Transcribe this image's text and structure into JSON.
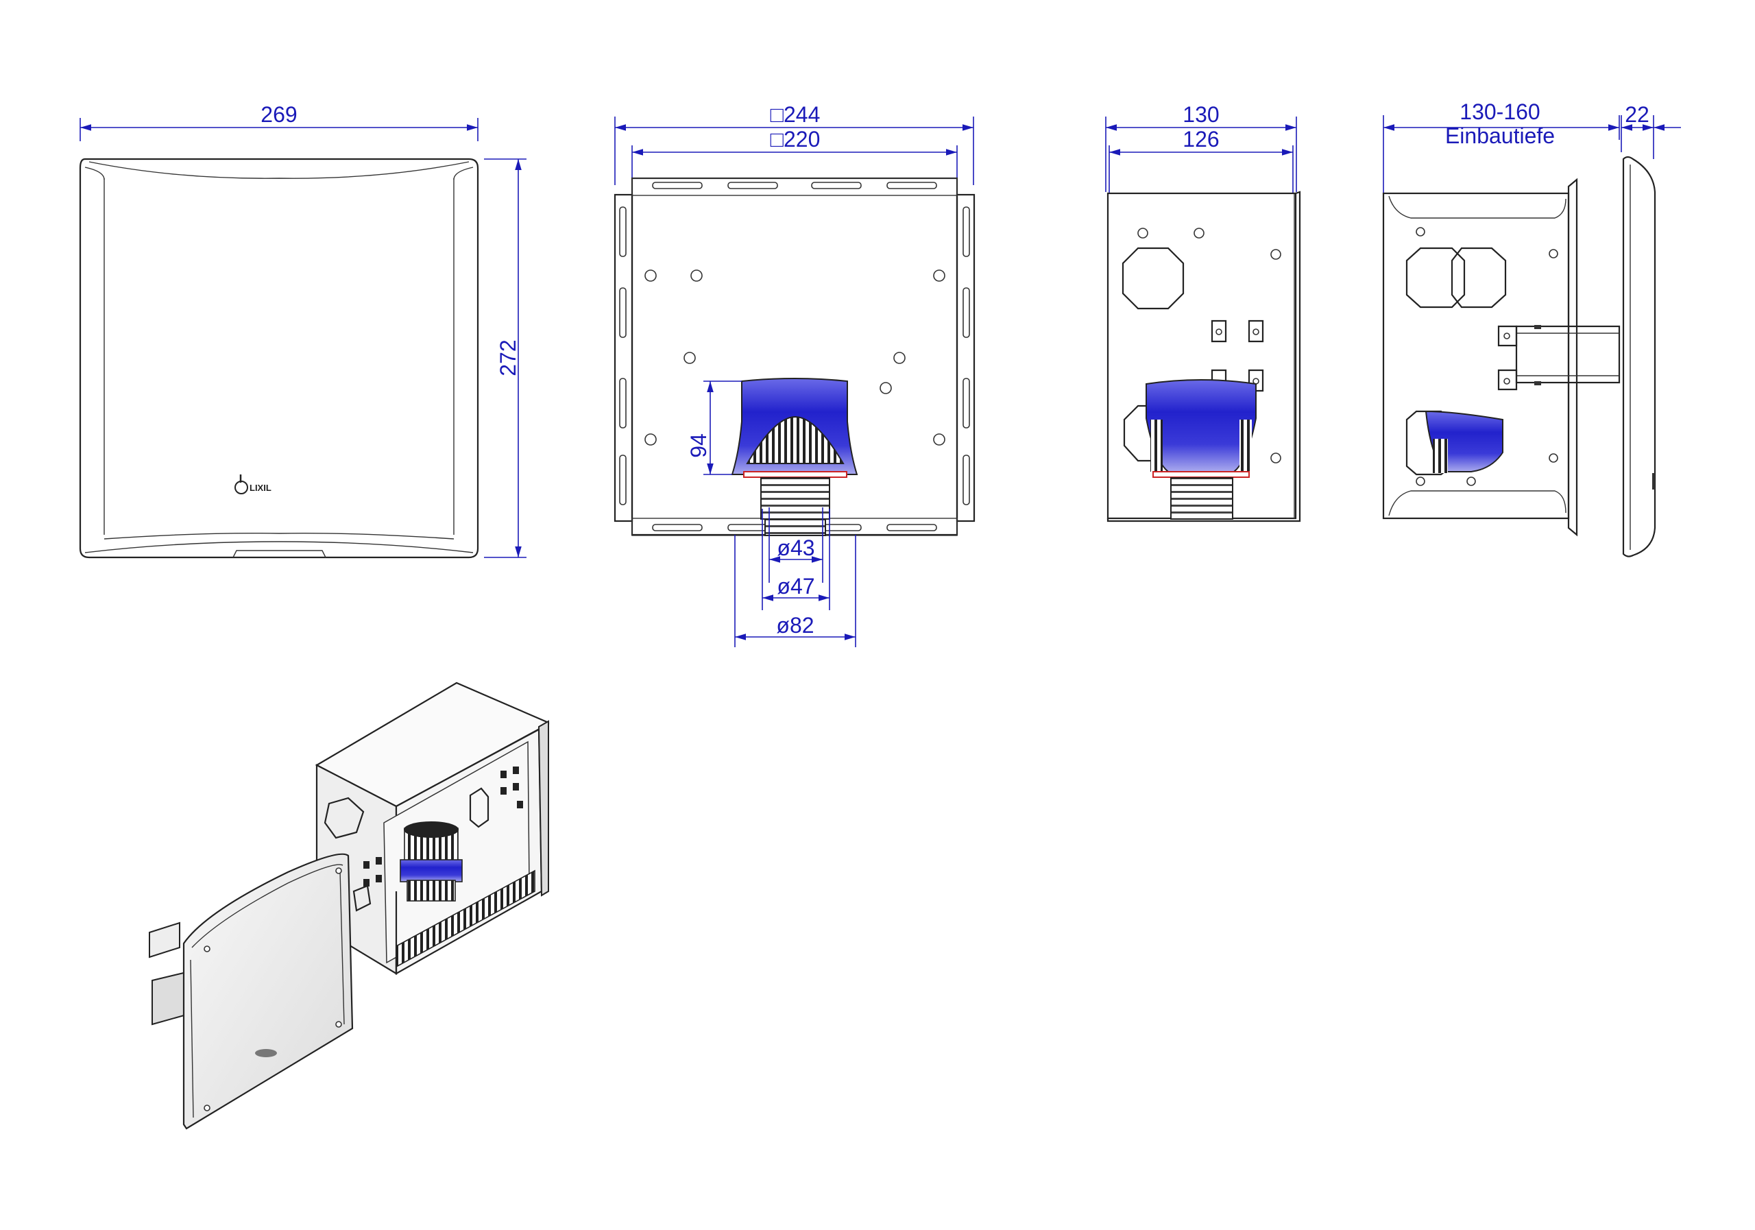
{
  "dimensions": {
    "front_width": "269",
    "front_height": "272",
    "box_outer": "□244",
    "box_inner": "□220",
    "funnel_height": "94",
    "pipe_d43": "ø43",
    "pipe_d47": "ø47",
    "pipe_d82": "ø82",
    "side_outer": "130",
    "side_inner": "126",
    "install_depth": "130-160",
    "install_depth_label": "Einbautiefe",
    "cover_depth": "22"
  },
  "logo_text": "LIXIL",
  "colors": {
    "dimension": "#1a1ab8",
    "outline": "#222222",
    "funnel_blue": "#2a2ad0",
    "panel": "#f2f2f2"
  }
}
